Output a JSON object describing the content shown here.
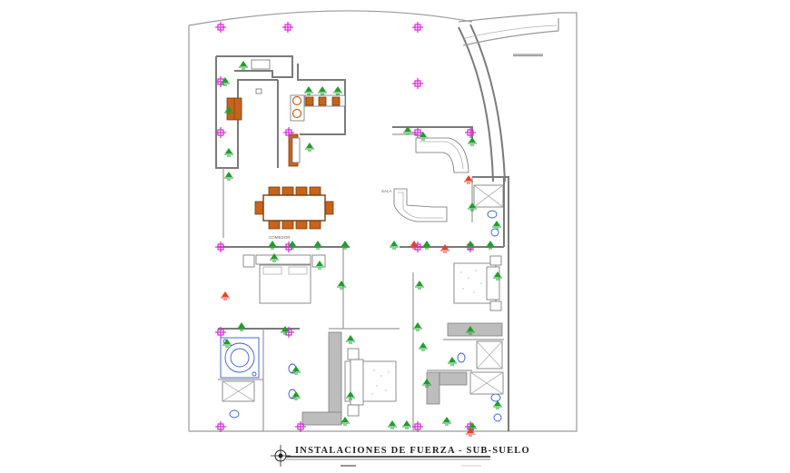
{
  "drawing": {
    "title": "INSTALACIONES  DE FUERZA - SUB-SUELO",
    "room_labels": {
      "dining": "COMEDOR",
      "living": "SALA"
    },
    "colors": {
      "junction_box": "#d62ad6",
      "outlet_standard": "#1f9e2c",
      "outlet_special": "#e8402a",
      "bathroom_fixture": "#3a5bd6",
      "furniture_wood": "#c8631b"
    }
  }
}
